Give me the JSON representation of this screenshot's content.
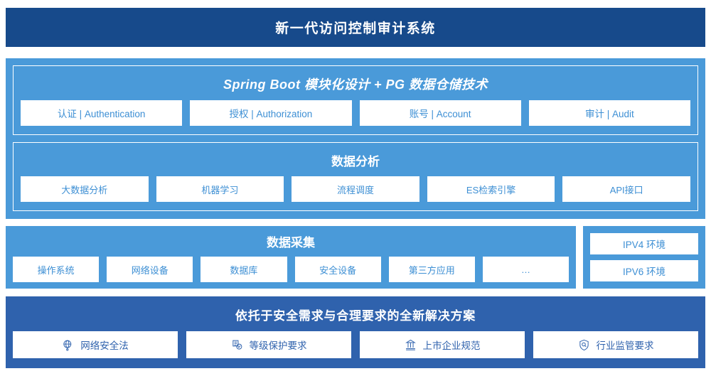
{
  "header": {
    "title": "新一代访问控制审计系统"
  },
  "upper": {
    "panels": [
      {
        "title": "Spring Boot 模块化设计 + PG 数据仓储技术",
        "style": "italic",
        "chips": [
          "认证 | Authentication",
          "授权 | Authorization",
          "账号 | Account",
          "审计 | Audit"
        ]
      },
      {
        "title": "数据分析",
        "style": "normal",
        "chips": [
          "大数据分析",
          "机器学习",
          "流程调度",
          "ES检索引擎",
          "API接口"
        ]
      }
    ]
  },
  "collect": {
    "title": "数据采集",
    "chips": [
      "操作系统",
      "网络设备",
      "数据库",
      "安全设备",
      "第三方应用",
      "…"
    ]
  },
  "environment": {
    "chips": [
      "IPV4 环境",
      "IPV6 环境"
    ]
  },
  "bottom": {
    "title": "依托于安全需求与合理要求的全新解决方案",
    "chips": [
      {
        "label": "网络安全法",
        "icon": "globe-network-icon"
      },
      {
        "label": "等级保护要求",
        "icon": "document-check-icon"
      },
      {
        "label": "上市企业规范",
        "icon": "bank-building-icon"
      },
      {
        "label": "行业监管要求",
        "icon": "shield-search-icon"
      }
    ]
  },
  "colors": {
    "header_navy": "#174a8b",
    "panel_blue": "#4a9ad9",
    "bottom_blue": "#2f62ad",
    "chip_text": "#3d8fd4",
    "chip_bg": "#ffffff"
  }
}
